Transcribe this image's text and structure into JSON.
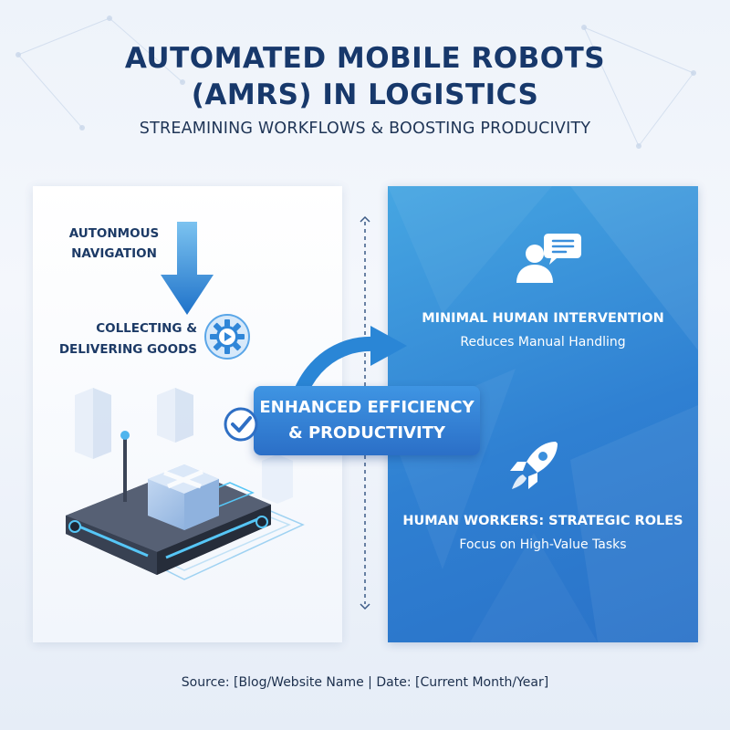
{
  "header": {
    "title_line1": "AUTOMATED MOBILE ROBOTS",
    "title_line2": "(AMRS) IN LOGISTICS",
    "subtitle": "STREAMINING WORKFLOWS & BOOSTING PRODUCIVITY"
  },
  "left_panel": {
    "navigation_line1": "AUTONMOUS",
    "navigation_line2": "NAVIGATION",
    "collecting_line1": "COLLECTING &",
    "collecting_line2": "DELIVERING GOODS"
  },
  "center": {
    "efficiency_line1": "ENHANCED EFFICIENCY",
    "efficiency_line2": "& PRODUCTIVITY"
  },
  "right_panel": {
    "item1_heading": "MINIMAL HUMAN INTERVENTION",
    "item1_text": "Reduces Manual Handling",
    "item2_heading": "HUMAN WORKERS: STRATEGIC ROLES",
    "item2_text": "Focus on High-Value Tasks"
  },
  "footer": {
    "source": "Source: [Blog/Website Name  |  Date: [Current Month/Year]"
  },
  "colors": {
    "title": "#17386b",
    "accent_blue": "#2f80d2",
    "panel_right": "#3a8fdb",
    "arrow_blue": "#2a86d6"
  },
  "icons": {
    "down_arrow": "down-arrow-icon",
    "gear": "gear-play-icon",
    "check": "check-circle-icon",
    "person": "person-speech-icon",
    "rocket": "rocket-icon"
  }
}
